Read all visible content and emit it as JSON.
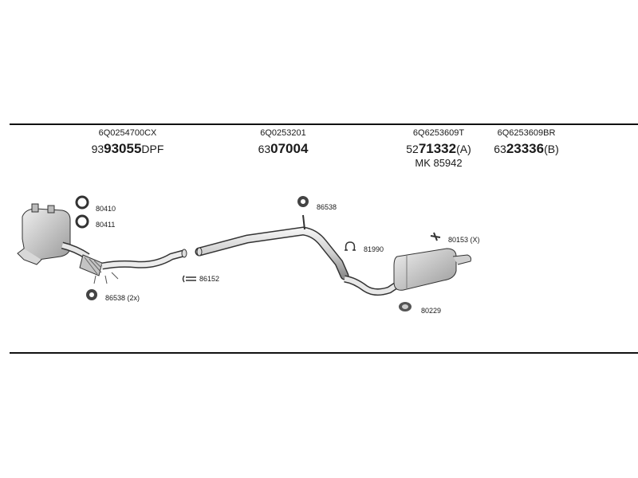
{
  "headers": [
    {
      "oe": "6Q0254700CX",
      "prefix": "93",
      "bold": "93055",
      "suffix": "DPF"
    },
    {
      "oe": "6Q0253201",
      "prefix": "63",
      "bold": "07004",
      "suffix": ""
    },
    {
      "oe": "6Q6253609T",
      "prefix": "52",
      "bold": "71332",
      "suffix": "(A)",
      "extra": "MK  85942"
    },
    {
      "oe": "6Q6253609BR",
      "prefix": "63",
      "bold": "23336",
      "suffix": "(B)"
    }
  ],
  "callouts": {
    "c80410": "80410",
    "c80411": "80411",
    "c86538a": "86538 (2x)",
    "c86152": "86152",
    "c86538b": "86538",
    "c81990": "81990",
    "c80153": "80153 (X)",
    "c80229": "80229"
  }
}
